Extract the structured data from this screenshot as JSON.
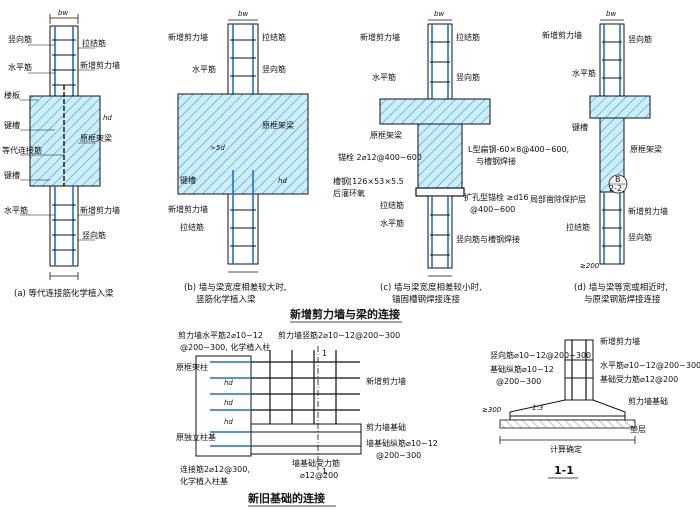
{
  "colors": {
    "concrete_fill": "#cfeefa",
    "hatch": "#1aa6e0",
    "bar_blue": "#1e6fd9",
    "line": "#111111"
  },
  "details": {
    "a": {
      "bw": "bw",
      "labels": [
        "竖向筋",
        "拉结筋",
        "水平筋",
        "新增剪力墙",
        "楼板",
        "键槽",
        "原框架梁",
        "等代连接筋",
        "键槽",
        "水平筋",
        "新增剪力墙",
        "竖向筋"
      ],
      "hd": "hd",
      "caption": "(a) 等代连接筋化学植入梁"
    },
    "b": {
      "bw": "bw",
      "labels": [
        "新增剪力墙",
        "拉结筋",
        "水平筋",
        "竖向筋",
        "原框架梁",
        "键槽",
        "新增剪力墙",
        "拉结筋"
      ],
      "five_d": ">5d",
      "hd": "hd",
      "caption_1": "(b) 墙与梁宽度相差较大时,",
      "caption_2": "竖筋化学植入梁"
    },
    "c": {
      "bw": "bw",
      "labels": [
        "新增剪力墙",
        "拉结筋",
        "水平筋",
        "竖向筋",
        "原框架梁",
        "锚栓 2⌀12@400~600",
        "L型扁钢-60×8@400~600,",
        "与槽钢焊接",
        "槽钢[126×53×5.5",
        "后灌环氧",
        "扩孔型锚栓 ≥d16",
        "@400~600",
        "拉结筋",
        "水平筋",
        "竖向筋与槽钢焊接"
      ],
      "caption_1": "(c) 墙与梁宽度相差较小时,",
      "caption_2": "锚固槽钢焊接连接"
    },
    "d": {
      "bw": "bw",
      "labels": [
        "新增剪力墙",
        "竖向筋",
        "水平筋",
        "键槽",
        "原框架梁",
        "局部凿除保护层",
        "新增剪力墙",
        "拉结筋",
        "竖向筋"
      ],
      "section_mark_top": "B",
      "section_mark_bottom": "2-2",
      "dim_200": "≥200",
      "caption_1": "(d) 墙与梁等宽或相近时,",
      "caption_2": "与原梁钢筋焊接连接"
    }
  },
  "section_title": "新增剪力墙与梁的连接",
  "foundation": {
    "labels": [
      "剪力墙水平筋2⌀10~12",
      "@200~300, 化学植入柱",
      "剪力墙竖筋2⌀10~12@200~300",
      "原框架柱",
      "新增剪力墙",
      "原独立柱基",
      "剪力墙基础",
      "墙基础纵筋⌀10~12",
      "@200~300",
      "连接筋2⌀12@300,",
      "化学植入柱基",
      "墙基础受力筋",
      "⌀12@200"
    ],
    "hd1": "hd",
    "hd2": "hd",
    "hd3": "hd",
    "num1": "1",
    "num2": "1",
    "title": "新旧基础的连接"
  },
  "section_1_1": {
    "labels": [
      "新增剪力墙",
      "竖向筋⌀10~12@200~300",
      "水平筋⌀10~12@200~300",
      "基础纵筋⌀10~12",
      "@200~300",
      "基础受力筋⌀12@200",
      "剪力墙基础",
      "垫层"
    ],
    "slope": "1:3",
    "dim_300": "≥300",
    "width_label": "计算确定",
    "title": "1-1"
  }
}
